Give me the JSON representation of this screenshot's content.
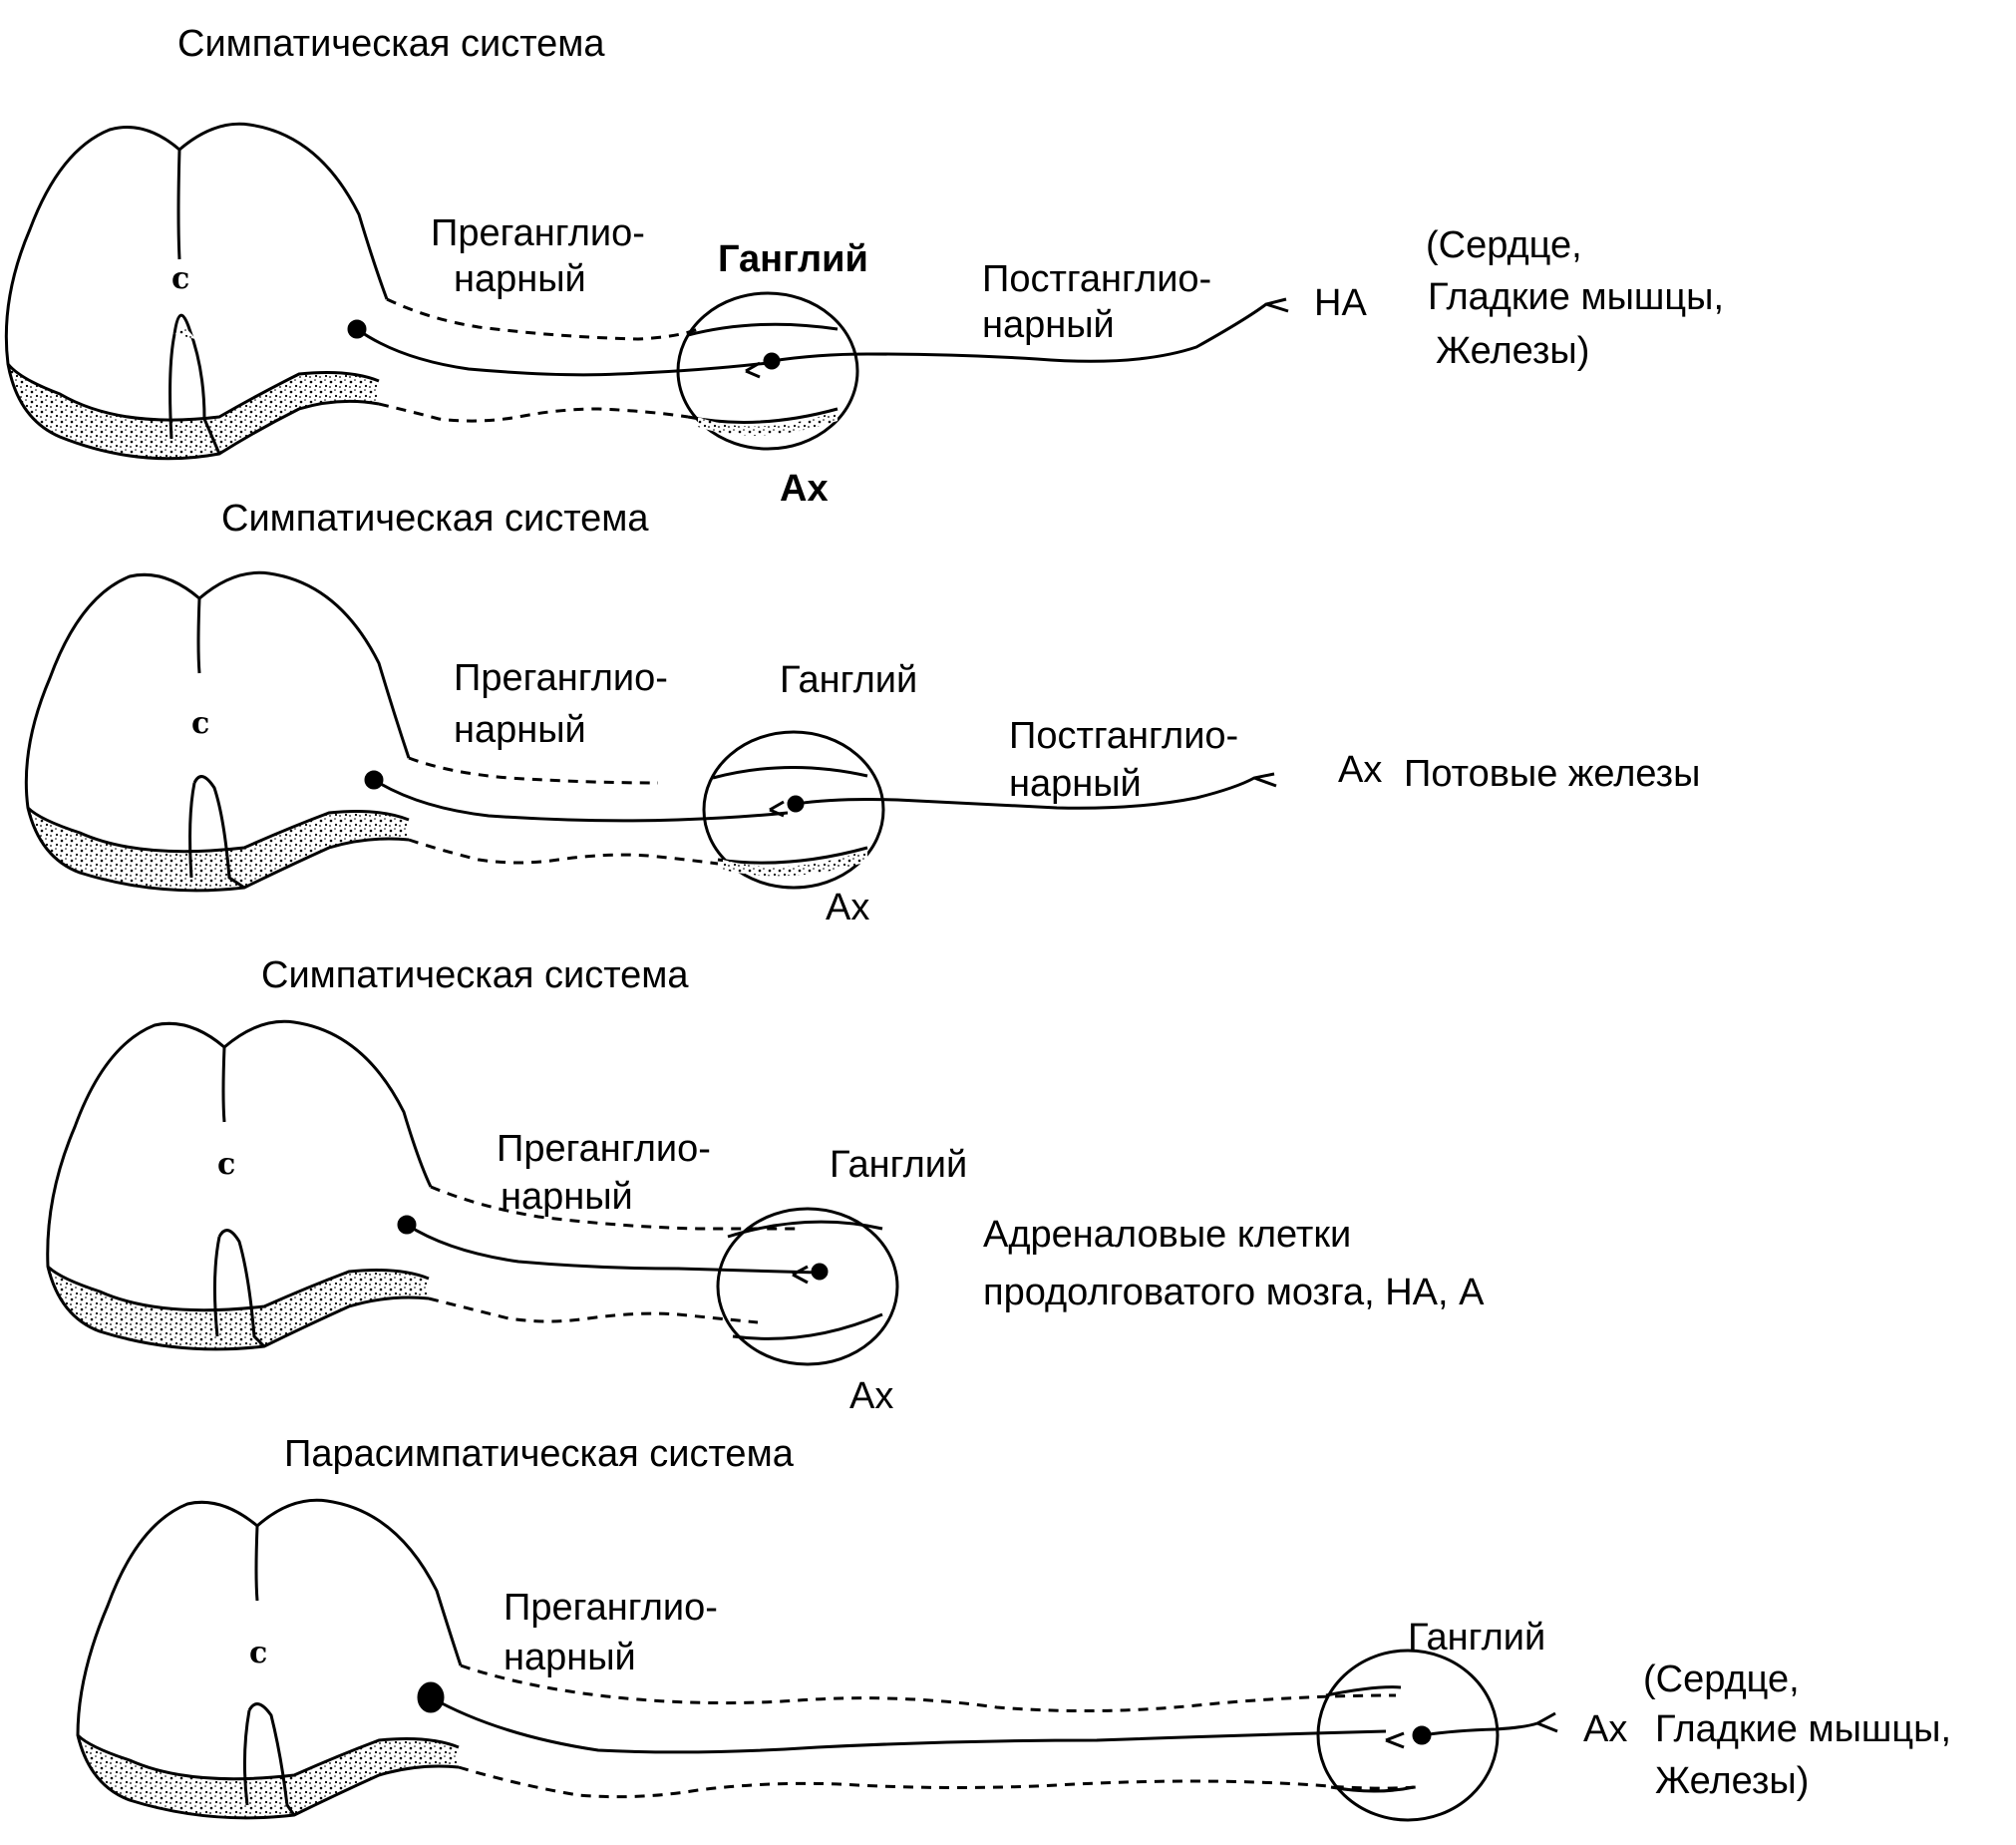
{
  "panels": [
    {
      "title": "Симпатическая система",
      "pre_line1": "Преганглио-",
      "pre_line2": "нарный",
      "ganglion": "Ганглий",
      "post_line1": "Постганглио-",
      "post_line2": "нарный",
      "ganglion_transmitter": "Ах",
      "effector_transmitter": "НА",
      "target_line1": "(Сердце,",
      "target_line2": "Гладкие мышцы,",
      "target_line3": "Железы)",
      "cord_mark": "с"
    },
    {
      "title": "Симпатическая система",
      "pre_line1": "Преганглио-",
      "pre_line2": "нарный",
      "ganglion": "Ганглий",
      "post_line1": "Постганглио-",
      "post_line2": "нарный",
      "ganglion_transmitter": "Ах",
      "effector_transmitter": "Ах",
      "target_line1": "Потовые железы",
      "cord_mark": "с"
    },
    {
      "title": "Симпатическая система",
      "pre_line1": "Преганглио-",
      "pre_line2": "нарный",
      "ganglion": "Ганглий",
      "ganglion_transmitter": "Ах",
      "target_line1": "Адреналовые клетки",
      "target_line2": "продолговатого мозга, НА, А",
      "cord_mark": "с"
    },
    {
      "title": "Парасимпатическая система",
      "pre_line1": "Преганглио-",
      "pre_line2": "нарный",
      "ganglion": "Ганглий",
      "effector_transmitter": "Ах",
      "target_line1": "(Сердце,",
      "target_line2": "Гладкие мышцы,",
      "target_line3": "Железы)",
      "cord_mark": "с"
    }
  ]
}
